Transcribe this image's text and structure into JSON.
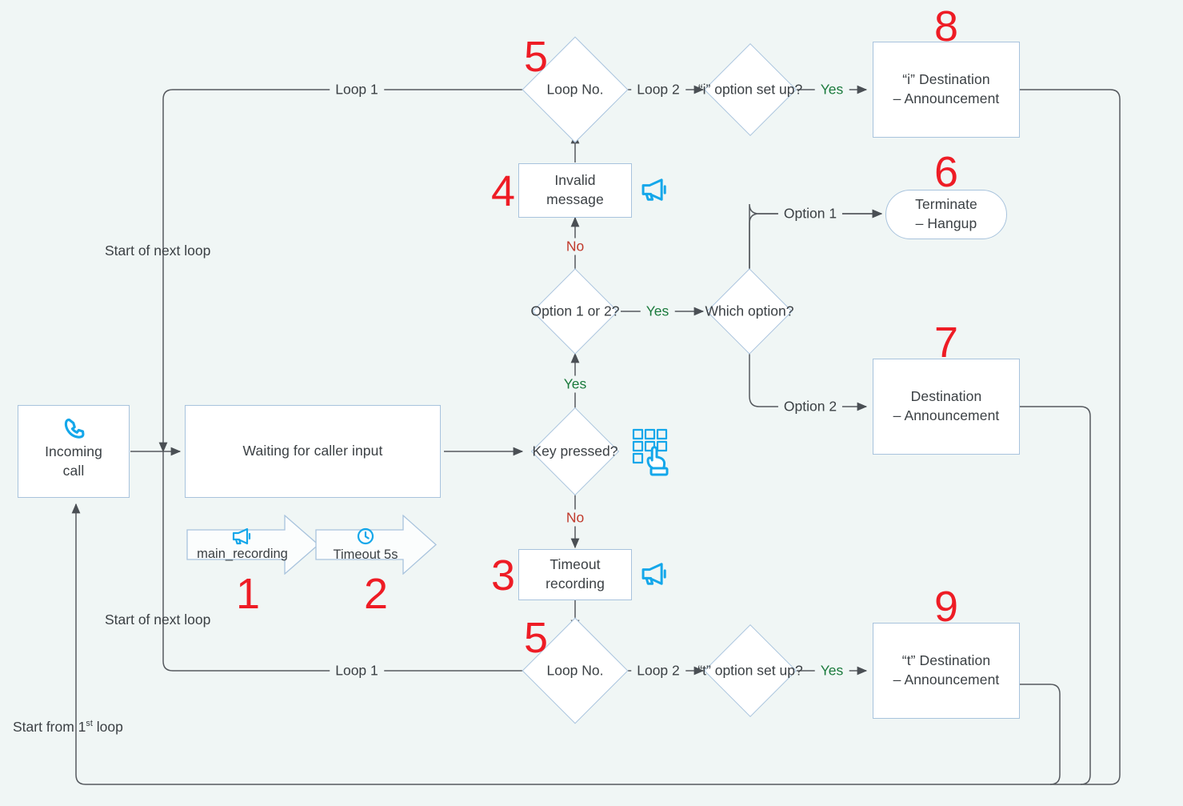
{
  "diagram": {
    "background_color": "#f0f6f5",
    "node_border_color": "#a8c3dd",
    "marker_color": "#ee1c25",
    "yes_color": "#1a7a3c",
    "no_color": "#c0392b",
    "icon_color": "#14a7ea"
  },
  "nodes": {
    "incoming_call": {
      "line1": "Incoming",
      "line2": "call",
      "icon": "phone-icon"
    },
    "waiting_input": {
      "line1": "Waiting for caller input"
    },
    "main_recording": {
      "label": "main_recording",
      "icon": "megaphone-icon",
      "marker": "1"
    },
    "timeout_5s": {
      "label": "Timeout 5s",
      "icon": "clock-icon",
      "marker": "2"
    },
    "key_pressed": {
      "line1": "Key",
      "line2": "pressed?",
      "icon": "keypad-hand-icon"
    },
    "timeout_recording": {
      "line1": "Timeout",
      "line2": "recording",
      "icon": "megaphone-icon",
      "marker": "3"
    },
    "invalid_message": {
      "line1": "Invalid",
      "line2": "message",
      "icon": "megaphone-icon",
      "marker": "4"
    },
    "option_1_or_2": {
      "line1": "Option",
      "line2": "1 or 2?"
    },
    "which_option": {
      "line1": "Which",
      "line2": "option?"
    },
    "loop_no_top": {
      "line1": "Loop No.",
      "marker": "5"
    },
    "loop_no_bottom": {
      "line1": "Loop No.",
      "marker": "5"
    },
    "i_option_setup": {
      "line1": "“i” option",
      "line2": "set up?"
    },
    "t_option_setup": {
      "line1": "“t” option",
      "line2": "set up?"
    },
    "terminate": {
      "line1": "Terminate",
      "line2": "– Hangup",
      "marker": "6"
    },
    "i_destination": {
      "line1": "“i” Destination",
      "line2": "– Announcement",
      "marker": "8"
    },
    "destination": {
      "line1": "Destination",
      "line2": "– Announcement",
      "marker": "7"
    },
    "t_destination": {
      "line1": "“t” Destination",
      "line2": "– Announcement",
      "marker": "9"
    }
  },
  "edge_labels": {
    "loop1_top": "Loop 1",
    "loop2_top": "Loop 2",
    "yes_i_option": "Yes",
    "no_key_to_invalid": "No",
    "yes_option12": "Yes",
    "yes_to_which": "Yes",
    "option_1": "Option 1",
    "option_2": "Option 2",
    "no_key_pressed": "No",
    "loop1_bottom": "Loop 1",
    "loop2_bottom": "Loop 2",
    "yes_t_option": "Yes"
  },
  "annotations": {
    "start_next_loop_top": "Start of next loop",
    "start_next_loop_bottom": "Start of next loop",
    "start_first_loop_pre": "Start from 1",
    "start_first_loop_sup": "st",
    "start_first_loop_post": " loop"
  }
}
